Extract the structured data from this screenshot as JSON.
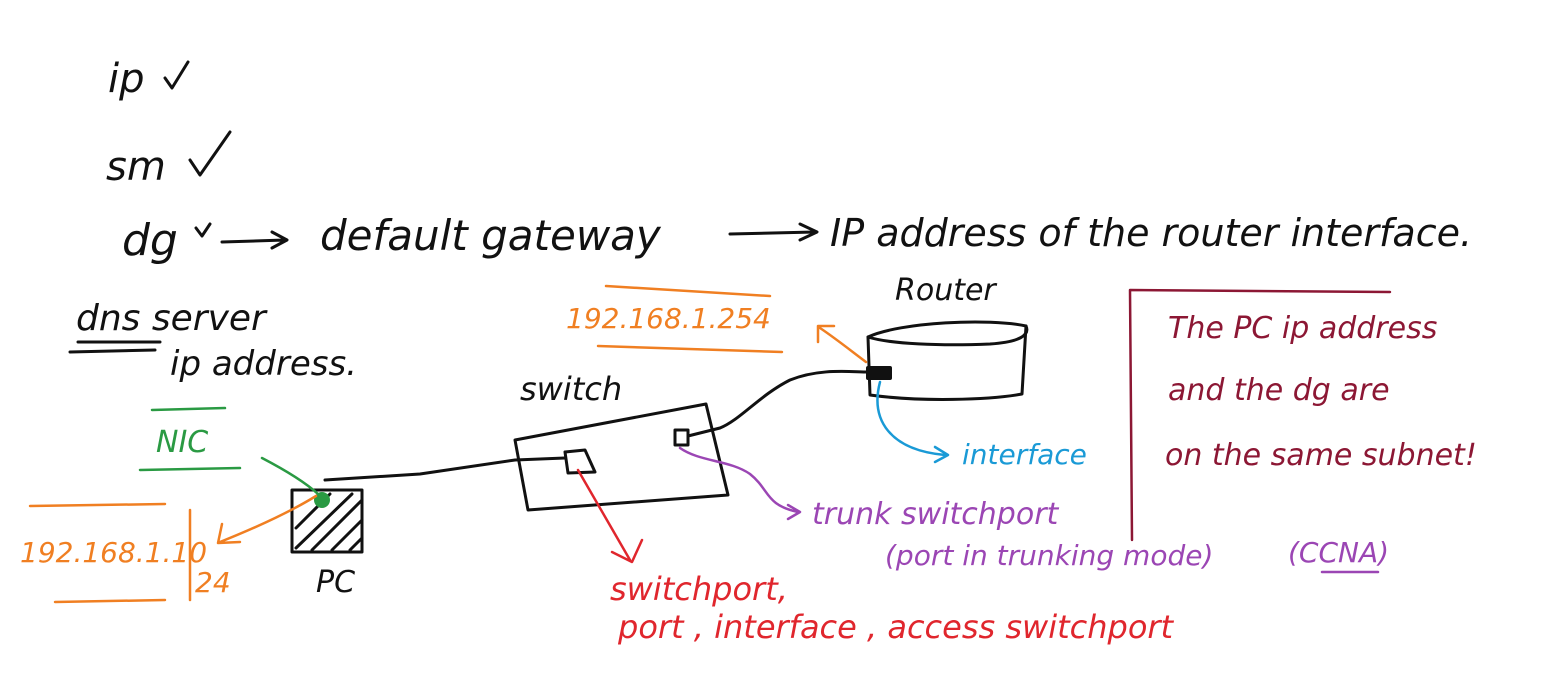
{
  "notes": {
    "ip": "ip",
    "sm": "sm",
    "dg": "dg",
    "default_gateway": "default gateway",
    "router_interface_ip": "IP address of the router interface.",
    "dns_server": "dns server",
    "ip_address": "ip address."
  },
  "devices": {
    "router": "Router",
    "switch": "switch",
    "pc": "PC"
  },
  "addresses": {
    "router_ip": "192.168.1.254",
    "pc_ip": "192.168.1.10",
    "prefix": "24"
  },
  "labels": {
    "nic": "NIC",
    "interface": "interface",
    "trunk": "trunk switchport",
    "trunk_mode": "(port in trunking mode)",
    "ccna": "(CCNA)",
    "access_line1": "switchport,",
    "access_line2": "port , interface , access switchport"
  },
  "callout": {
    "line1": "The PC ip address",
    "line2": "and the dg are",
    "line3": "on the same subnet!"
  },
  "colors": {
    "black": "#111111",
    "orange": "#f07f22",
    "green": "#2a9a43",
    "blue": "#1a9ad6",
    "purple": "#9b46b4",
    "red": "#e0262d",
    "maroon": "#8c1734"
  }
}
